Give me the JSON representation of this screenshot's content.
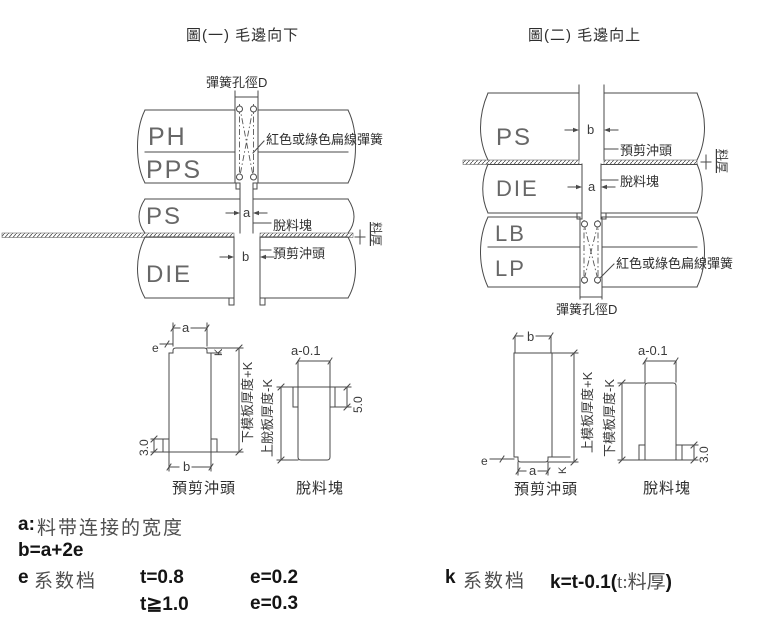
{
  "figure1": {
    "title": "圖(一)  毛邊向下",
    "spring_hole_dim": "彈簧孔徑D",
    "spring_label": "紅色或綠色扁線彈簧",
    "plate_ph": "PH",
    "plate_pps": "PPS",
    "plate_ps": "PS",
    "plate_die": "DIE",
    "stripper_label": "脫料塊",
    "punch_label": "預剪沖頭",
    "dim_a": "a",
    "dim_b": "b",
    "strip_thickness_label": "料厚"
  },
  "figure2": {
    "title": "圖(二)  毛邊向上",
    "spring_hole_dim": "彈簧孔徑D",
    "spring_label": "紅色或綠色扁線彈簧",
    "plate_ps": "PS",
    "plate_die": "DIE",
    "plate_lb": "LB",
    "plate_lp": "LP",
    "stripper_label": "脫料塊",
    "punch_label": "預剪沖頭",
    "dim_a": "a",
    "dim_b": "b",
    "strip_thickness_label": "料厚"
  },
  "detail1_punch": {
    "caption": "預剪沖頭",
    "dim_a": "a",
    "dim_e": "e",
    "dim_k": "K",
    "dim_length": "下模板厚度+K",
    "dim_flange": "3.0",
    "dim_b": "b"
  },
  "detail1_stripper": {
    "caption": "脫料塊",
    "dim_width": "a-0.1",
    "dim_length": "上脫板厚度-K",
    "dim_flange": "5.0"
  },
  "detail2_punch": {
    "caption": "預剪沖頭",
    "dim_b": "b",
    "dim_e": "e",
    "dim_k": "K",
    "dim_length": "上模板厚度+K",
    "dim_a": "a"
  },
  "detail2_stripper": {
    "caption": "脫料塊",
    "dim_width": "a-0.1",
    "dim_length": "下模板厚度-K",
    "dim_flange": "3.0"
  },
  "notes": {
    "a_prefix": "a:",
    "a_text": "料带连接的宽度",
    "b_formula": "b=a+2e",
    "e_letter": "e",
    "e_label": "系数档",
    "row1_t": "t=0.8",
    "row1_e": "e=0.2",
    "row2_t": "t≧1.0",
    "row2_e": "e=0.3",
    "k_letter": "k",
    "k_label": "系数档",
    "k_formula_pre": "k=t-0.1(",
    "k_formula_var": "t:料厚",
    "k_formula_post": ")"
  }
}
